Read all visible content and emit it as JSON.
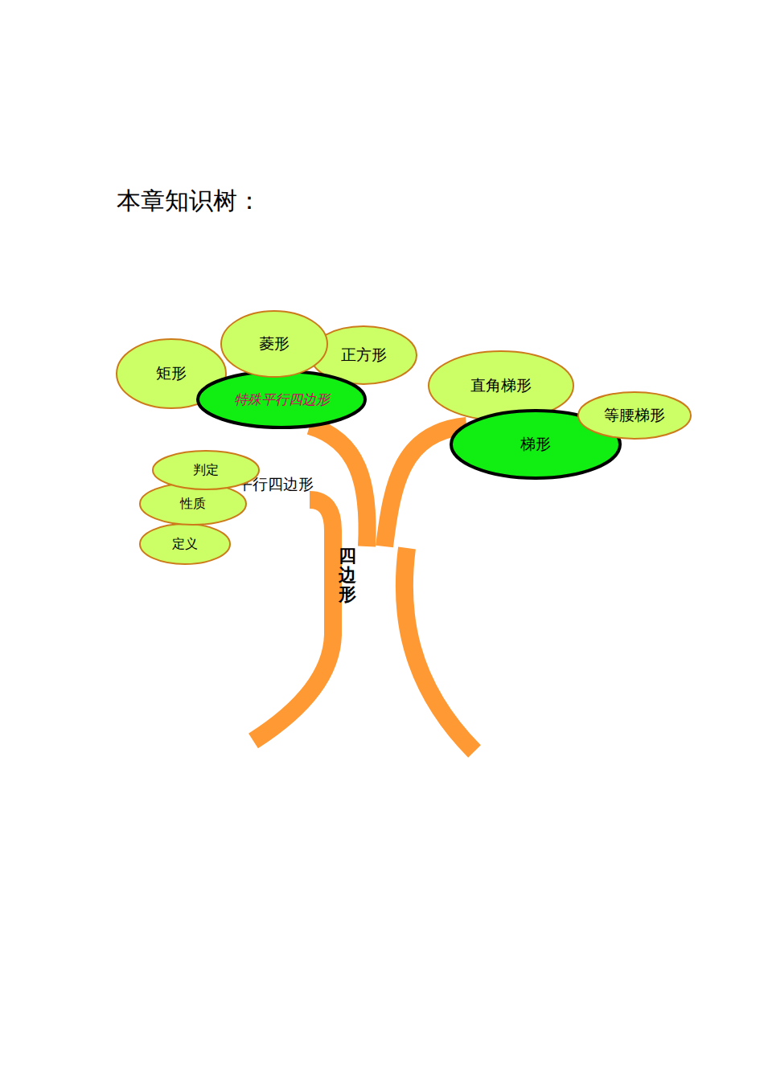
{
  "diagram": {
    "title": "本章知识树：",
    "nodes": [
      {
        "text": [
          "菱形"
        ]
      },
      {
        "text": [
          "矩形"
        ]
      },
      {
        "text": [
          "正方形"
        ]
      },
      {
        "text": [
          "特殊平行四边形"
        ]
      },
      {
        "text": [
          "直角梯形"
        ]
      },
      {
        "text": [
          "等腰梯形"
        ]
      },
      {
        "text": [
          "梯形"
        ]
      },
      {
        "text": [
          "判定"
        ]
      },
      {
        "text": [
          "性质"
        ]
      },
      {
        "text": [
          "定义"
        ]
      }
    ],
    "labels": [
      "平行四边形",
      "四边形"
    ]
  }
}
